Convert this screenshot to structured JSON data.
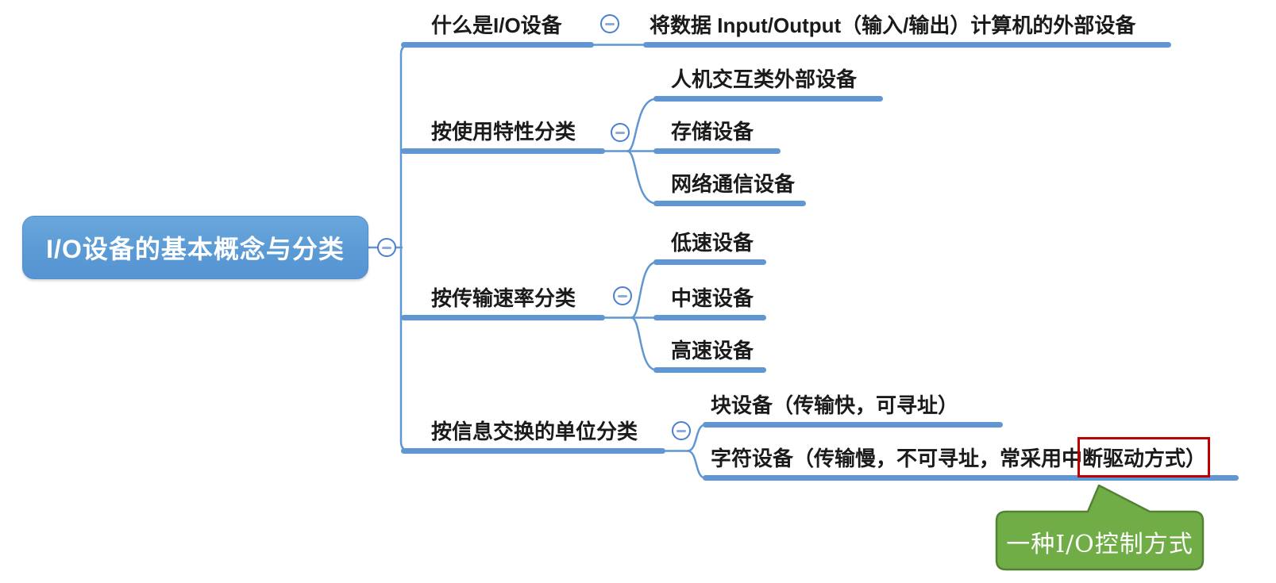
{
  "mindmap": {
    "root": {
      "label": "I/O设备的基本概念与分类"
    },
    "branches": [
      {
        "label": "什么是I/O设备",
        "children": [
          {
            "label": "将数据 Input/Output（输入/输出）计算机的外部设备"
          }
        ]
      },
      {
        "label": "按使用特性分类",
        "children": [
          {
            "label": "人机交互类外部设备"
          },
          {
            "label": "存储设备"
          },
          {
            "label": "网络通信设备"
          }
        ]
      },
      {
        "label": "按传输速率分类",
        "children": [
          {
            "label": "低速设备"
          },
          {
            "label": "中速设备"
          },
          {
            "label": "高速设备"
          }
        ]
      },
      {
        "label": "按信息交换的单位分类",
        "children": [
          {
            "label": "块设备（传输快，可寻址）"
          },
          {
            "label": "字符设备（传输慢，不可寻址，常采用中断驱动方式）"
          }
        ]
      }
    ]
  },
  "annotations": {
    "highlight": {
      "enclosed_text": "中断驱动方式）"
    },
    "callout": {
      "label": "一种I/O控制方式"
    }
  },
  "icons": {
    "collapse": "minus-circle-icon"
  },
  "colors": {
    "node_fill": "#5b9bd5",
    "branch_line": "#6096d1",
    "icon_ring": "#4a7fd0",
    "highlight_border": "#c00000",
    "callout_fill": "#70ad47",
    "callout_border": "#538135",
    "text": "#1a1a1a"
  }
}
